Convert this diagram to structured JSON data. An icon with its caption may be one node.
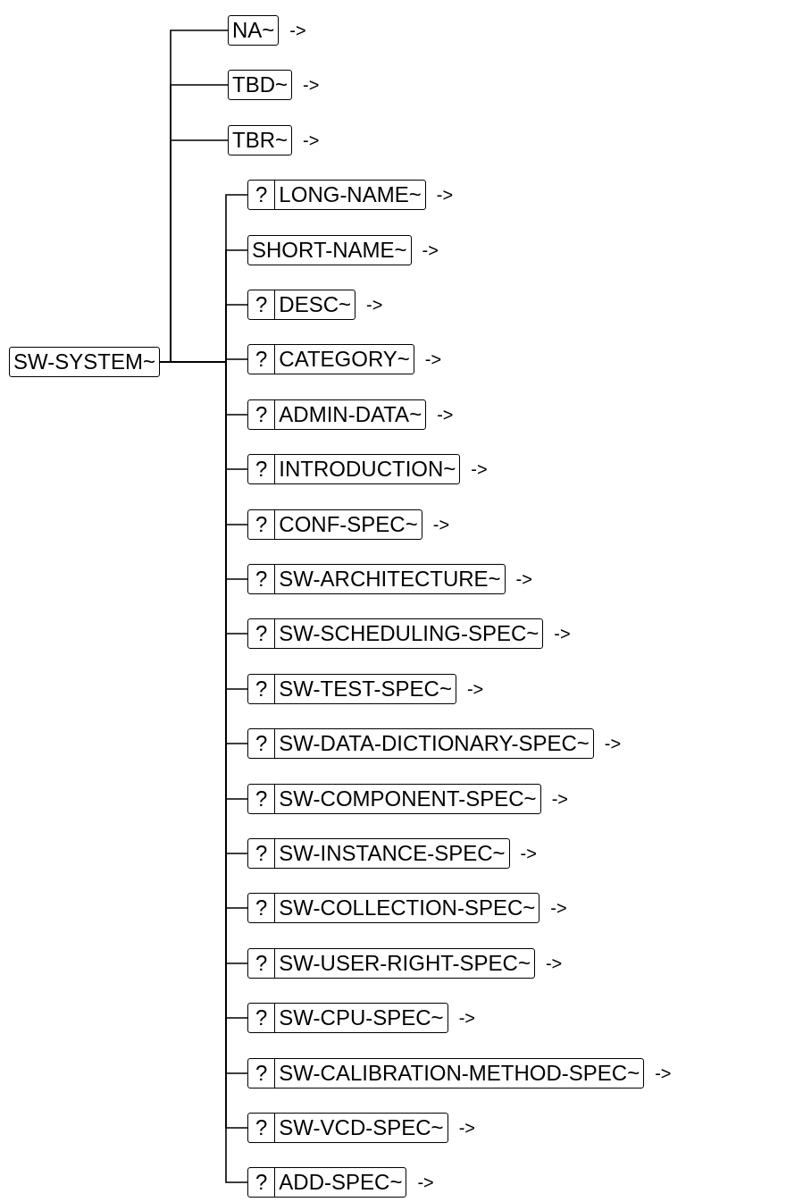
{
  "diagram": {
    "nodes": [
      {
        "text": [
          "SW-SYSTEM~"
        ]
      },
      {
        "text": [
          "NA~"
        ],
        "beside": [
          "->"
        ]
      },
      {
        "text": [
          "TBD~"
        ],
        "beside": [
          "->"
        ]
      },
      {
        "text": [
          "TBR~"
        ],
        "beside": [
          "->"
        ]
      },
      {
        "text": [
          "?",
          "LONG-NAME~"
        ],
        "beside": [
          "->"
        ]
      },
      {
        "text": [
          "SHORT-NAME~"
        ],
        "beside": [
          "->"
        ]
      },
      {
        "text": [
          "?",
          "DESC~"
        ],
        "beside": [
          "->"
        ]
      },
      {
        "text": [
          "?",
          "CATEGORY~"
        ],
        "beside": [
          "->"
        ]
      },
      {
        "text": [
          "?",
          "ADMIN-DATA~"
        ],
        "beside": [
          "->"
        ]
      },
      {
        "text": [
          "?",
          "INTRODUCTION~"
        ],
        "beside": [
          "->"
        ]
      },
      {
        "text": [
          "?",
          "CONF-SPEC~"
        ],
        "beside": [
          "->"
        ]
      },
      {
        "text": [
          "?",
          "SW-ARCHITECTURE~"
        ],
        "beside": [
          "->"
        ]
      },
      {
        "text": [
          "?",
          "SW-SCHEDULING-SPEC~"
        ],
        "beside": [
          "->"
        ]
      },
      {
        "text": [
          "?",
          "SW-TEST-SPEC~"
        ],
        "beside": [
          "->"
        ]
      },
      {
        "text": [
          "?",
          "SW-DATA-DICTIONARY-SPEC~"
        ],
        "beside": [
          "->"
        ]
      },
      {
        "text": [
          "?",
          "SW-COMPONENT-SPEC~"
        ],
        "beside": [
          "->"
        ]
      },
      {
        "text": [
          "?",
          "SW-INSTANCE-SPEC~"
        ],
        "beside": [
          "->"
        ]
      },
      {
        "text": [
          "?",
          "SW-COLLECTION-SPEC~"
        ],
        "beside": [
          "->"
        ]
      },
      {
        "text": [
          "?",
          "SW-USER-RIGHT-SPEC~"
        ],
        "beside": [
          "->"
        ]
      },
      {
        "text": [
          "?",
          "SW-CPU-SPEC~"
        ],
        "beside": [
          "->"
        ]
      },
      {
        "text": [
          "?",
          "SW-CALIBRATION-METHOD-SPEC~"
        ],
        "beside": [
          "->"
        ]
      },
      {
        "text": [
          "?",
          "SW-VCD-SPEC~"
        ],
        "beside": [
          "->"
        ]
      },
      {
        "text": [
          "?",
          "ADD-SPEC~"
        ],
        "beside": [
          "->"
        ]
      }
    ],
    "edges": [
      {
        "from": 0,
        "to": 1,
        "arrow": "none"
      },
      {
        "from": 0,
        "to": 2,
        "arrow": "none"
      },
      {
        "from": 0,
        "to": 3,
        "arrow": "none"
      },
      {
        "from": 0,
        "to": 4,
        "arrow": "none"
      },
      {
        "from": 0,
        "to": 5,
        "arrow": "none"
      },
      {
        "from": 0,
        "to": 6,
        "arrow": "none"
      },
      {
        "from": 0,
        "to": 7,
        "arrow": "none"
      },
      {
        "from": 0,
        "to": 8,
        "arrow": "none"
      },
      {
        "from": 0,
        "to": 9,
        "arrow": "none"
      },
      {
        "from": 0,
        "to": 10,
        "arrow": "none"
      },
      {
        "from": 0,
        "to": 11,
        "arrow": "none"
      },
      {
        "from": 0,
        "to": 12,
        "arrow": "none"
      },
      {
        "from": 0,
        "to": 13,
        "arrow": "none"
      },
      {
        "from": 0,
        "to": 14,
        "arrow": "none"
      },
      {
        "from": 0,
        "to": 15,
        "arrow": "none"
      },
      {
        "from": 0,
        "to": 16,
        "arrow": "none"
      },
      {
        "from": 0,
        "to": 17,
        "arrow": "none"
      },
      {
        "from": 0,
        "to": 18,
        "arrow": "none"
      },
      {
        "from": 0,
        "to": 19,
        "arrow": "none"
      },
      {
        "from": 0,
        "to": 20,
        "arrow": "none"
      },
      {
        "from": 0,
        "to": 21,
        "arrow": "none"
      },
      {
        "from": 0,
        "to": 22,
        "arrow": "none"
      }
    ]
  }
}
